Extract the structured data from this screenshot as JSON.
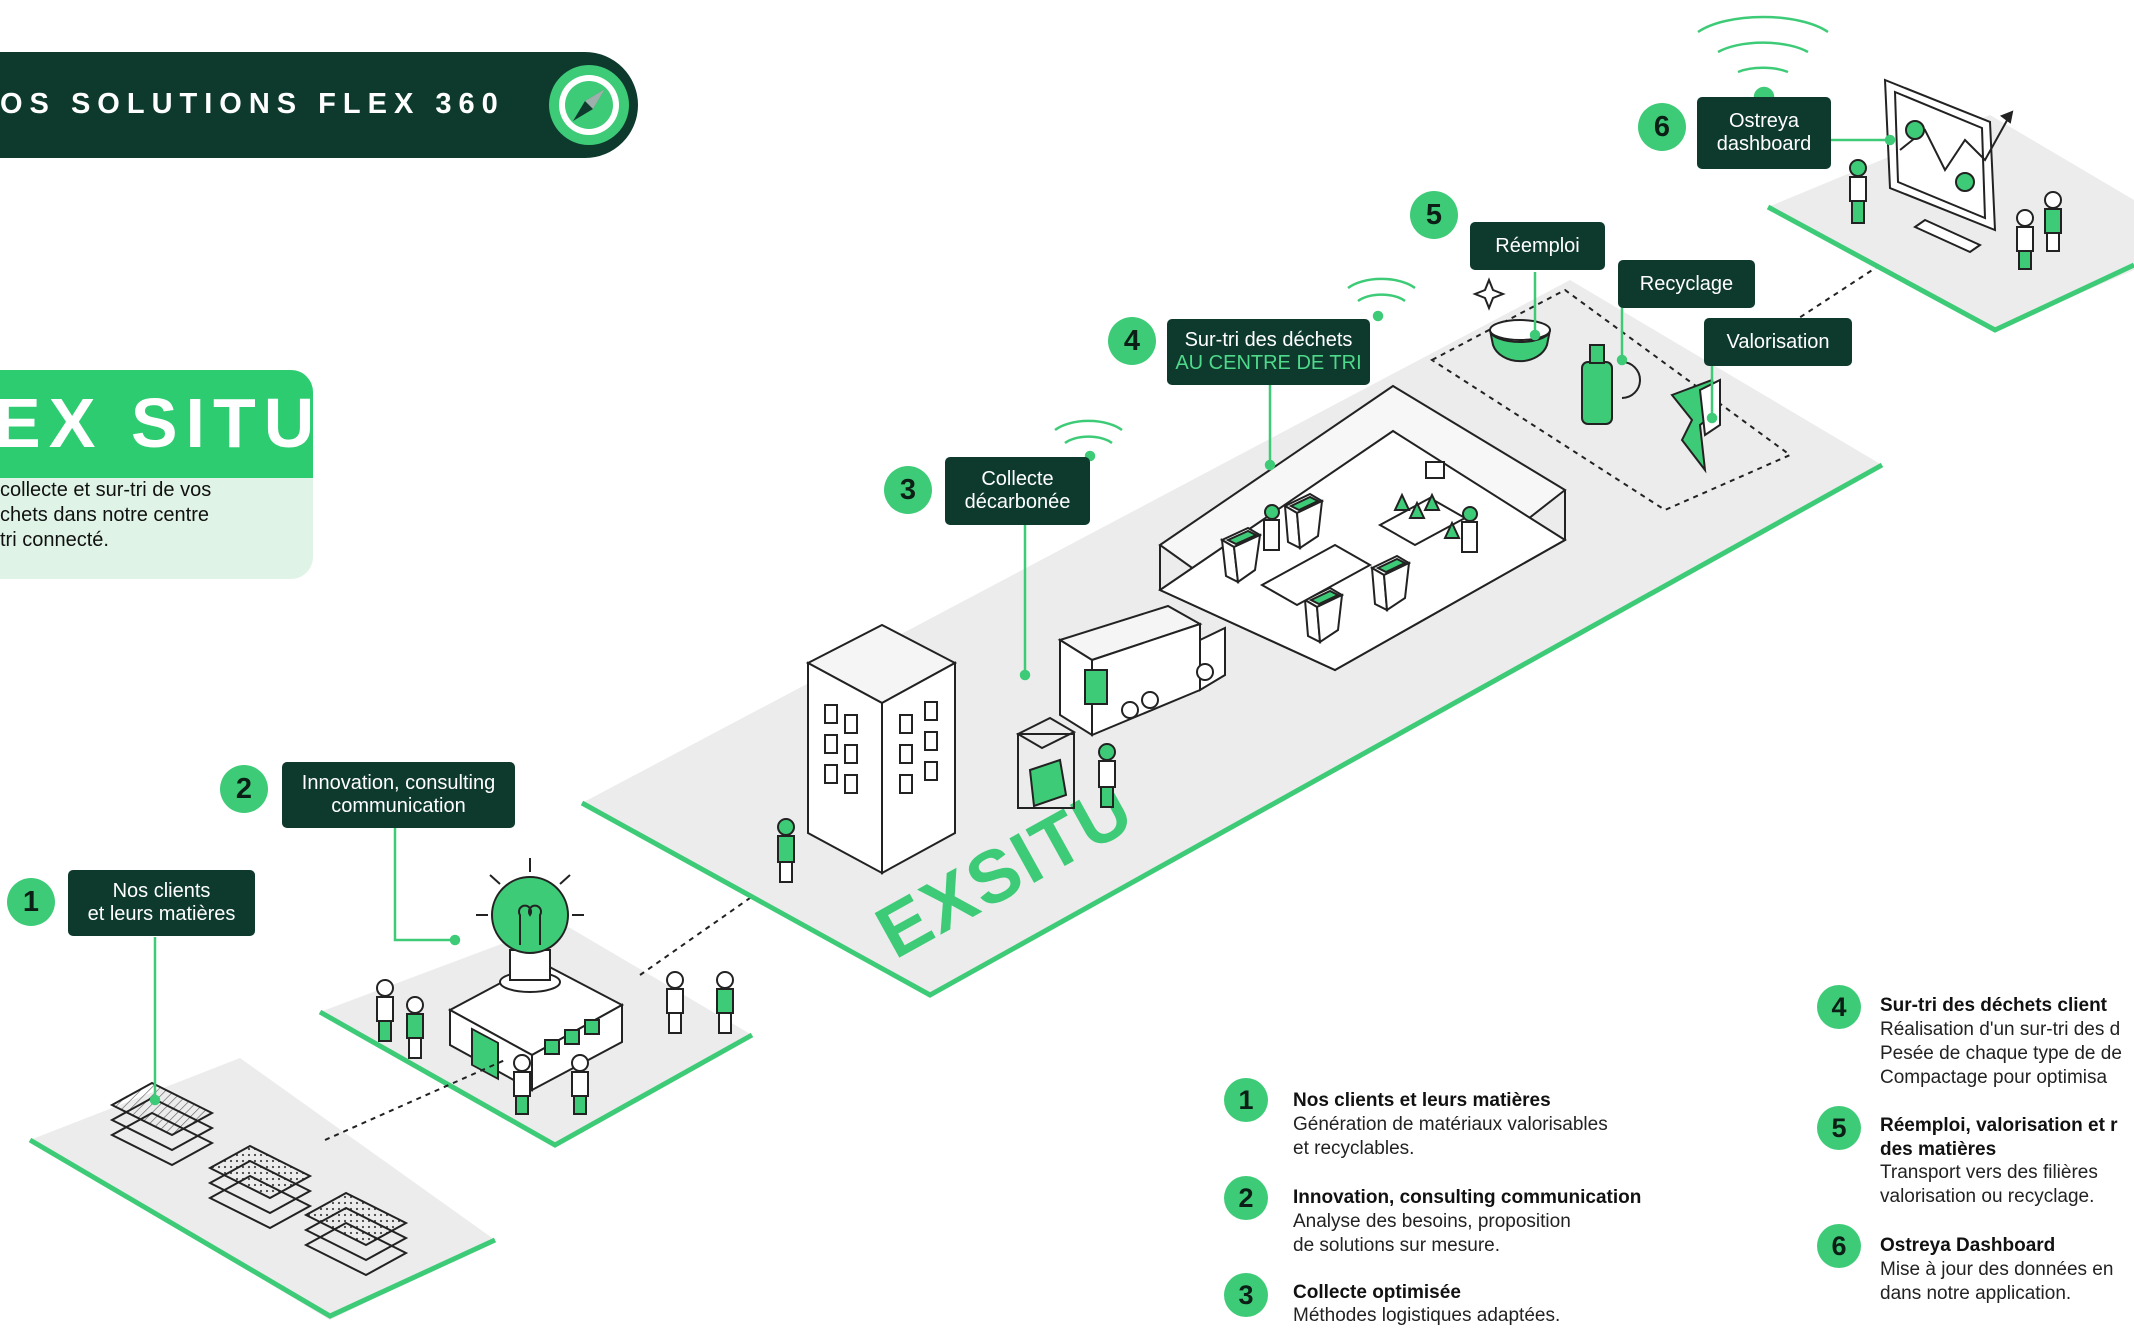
{
  "header": {
    "title": "OS SOLUTIONS FLEX 360",
    "logo_icon": "compass-star-icon"
  },
  "exsitu_card": {
    "title": "EX SITU",
    "description": [
      "collecte et sur-tri de vos",
      "chets dans notre centre",
      "tri connecté."
    ]
  },
  "floor_brand": "EXSITU",
  "steps": [
    {
      "number": "1",
      "label": [
        "Nos clients",
        "et leurs matières"
      ]
    },
    {
      "number": "2",
      "label": [
        "Innovation, consulting",
        "communication"
      ]
    },
    {
      "number": "3",
      "label": [
        "Collecte",
        "décarbonée"
      ]
    },
    {
      "number": "4",
      "label": [
        "Sur-tri des déchets",
        "AU CENTRE DE TRI"
      ]
    },
    {
      "number": "5",
      "labels": [
        "Réemploi",
        "Recyclage",
        "Valorisation"
      ]
    },
    {
      "number": "6",
      "label": [
        "Ostreya",
        "dashboard"
      ]
    }
  ],
  "legend": [
    {
      "number": "1",
      "title": "Nos clients et leurs matières",
      "desc": [
        "Génération de matériaux valorisables",
        "et recyclables."
      ]
    },
    {
      "number": "2",
      "title": "Innovation, consulting communication",
      "desc": [
        "Analyse des besoins, proposition",
        "de solutions sur mesure."
      ]
    },
    {
      "number": "3",
      "title": "Collecte optimisée",
      "desc": [
        "Méthodes logistiques adaptées."
      ]
    },
    {
      "number": "4",
      "title": "Sur-tri des déchets client",
      "desc": [
        "Réalisation d'un sur-tri des d",
        "Pesée de chaque type de de",
        "Compactage pour optimisa"
      ]
    },
    {
      "number": "5",
      "title": [
        "Réemploi, valorisation et r",
        "des matières"
      ],
      "desc": [
        "Transport vers des filières",
        "valorisation ou recyclage."
      ]
    },
    {
      "number": "6",
      "title": "Ostreya Dashboard",
      "desc": [
        "Mise à jour des données en",
        "dans notre application."
      ]
    }
  ],
  "colors": {
    "dark": "#0e3a2e",
    "green": "#3ecb77",
    "floor": "#ececec",
    "accent_text": "#4fd98a"
  }
}
